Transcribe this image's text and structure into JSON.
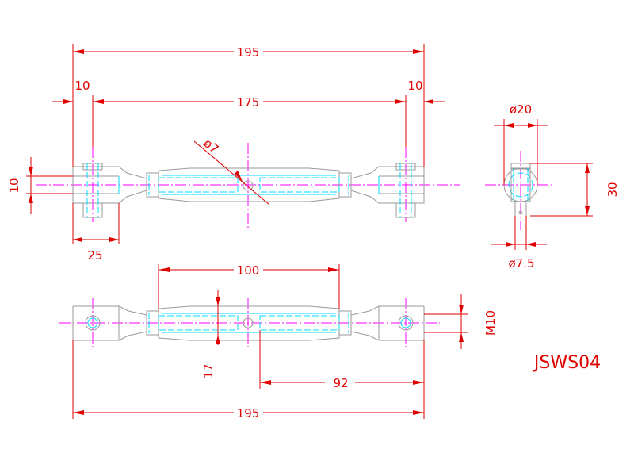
{
  "dimensions": {
    "top_overall": "195",
    "left_end": "10",
    "center_span": "175",
    "right_end": "10",
    "height_left": "10",
    "fork_length": "25",
    "diameter_pin": "ø7",
    "side_diameter": "ø20",
    "side_height": "30",
    "side_pin": "ø7.5",
    "body_length": "100",
    "thread": "M10",
    "offset": "17",
    "half_span": "92",
    "bottom_overall": "195"
  },
  "part_code": "JSWS04",
  "colors": {
    "dimension": "#e00000",
    "outline": "#9a9a9a",
    "hidden": "#00d8ff",
    "centerline": "#ff00ff"
  }
}
